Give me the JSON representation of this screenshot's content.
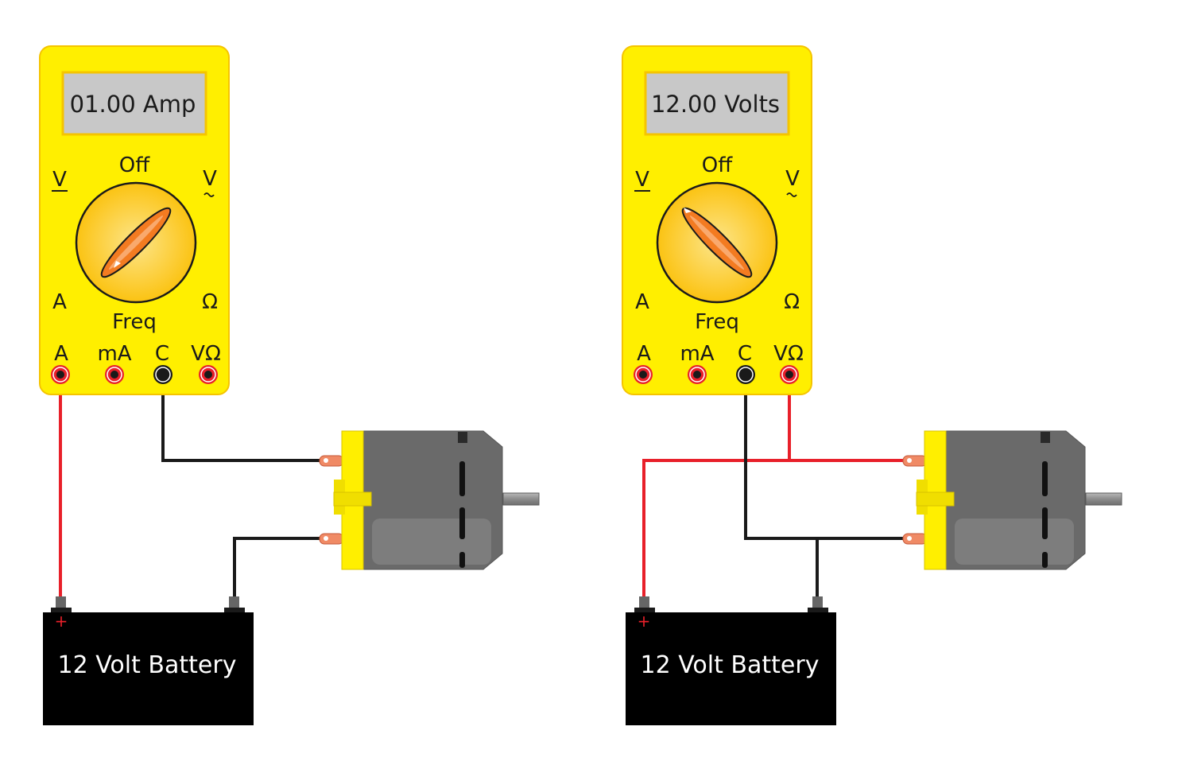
{
  "left": {
    "meter": {
      "display": "01.00 Amp",
      "dial": {
        "off": "Off",
        "freq": "Freq",
        "dc_volts": "V",
        "ac_volts": "V",
        "amps": "A",
        "ohms": "Ω"
      },
      "jacks": {
        "a": "A",
        "ma": "mA",
        "c": "C",
        "v_ohm": "VΩ"
      }
    },
    "battery": {
      "label": "12 Volt Battery",
      "plus": "+"
    }
  },
  "right": {
    "meter": {
      "display": "12.00 Volts",
      "dial": {
        "off": "Off",
        "freq": "Freq",
        "dc_volts": "V",
        "ac_volts": "V",
        "amps": "A",
        "ohms": "Ω"
      },
      "jacks": {
        "a": "A",
        "ma": "mA",
        "c": "C",
        "v_ohm": "VΩ"
      }
    },
    "battery": {
      "label": "12 Volt Battery",
      "plus": "+"
    }
  },
  "colors": {
    "meter_body": "#ffef00",
    "dial": "#fbc312",
    "pointer": "#f37b21",
    "lcd": "#c8c8c8",
    "wire_red": "#e8202a",
    "wire_black": "#1a1a1a",
    "motor_body": "#6a6a6a",
    "motor_cap": "#ffef00",
    "battery": "#000000"
  }
}
